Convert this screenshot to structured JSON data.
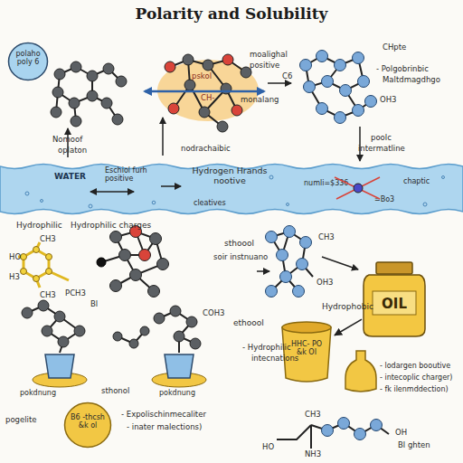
{
  "diagram": {
    "title": "Polarity and Solubility",
    "nodes": [
      {
        "text": [
          "polaho poly 6"
        ]
      },
      {
        "text": [
          "WATER",
          "Eschiol furh positive",
          "Hydrogen Hrands nootive",
          "cleatives",
          "numli=$336",
          "chaptic",
          "=Bo3"
        ]
      },
      {
        "text": [
          "OIL"
        ]
      },
      {
        "text": [
          "HHC- PO &k OI"
        ]
      },
      {
        "text": [
          "B6 -thcsh &k ol"
        ]
      }
    ],
    "edges": [
      {
        "from": 2,
        "to": 3,
        "arrow": "to"
      }
    ],
    "labels": [
      "pskol",
      "moalighal",
      "positive",
      "CH-",
      "monalang",
      "C6",
      "CHpte",
      "- Polgobrinbic",
      "Maltdmagdhgo",
      "OH3",
      "Nomoof",
      "oplaton",
      "nodrachaibic",
      "poolc",
      "intermatline",
      "Hydrophilic",
      "Hydrophilic charges",
      "CH3",
      "HO",
      "H3",
      "CH3",
      "PCH3",
      "sthoool",
      "soir instnuano",
      "CH3",
      "OH3",
      "Bl",
      "COH3",
      "sthonol",
      "ethoool",
      "Hydrophobic",
      "- Hydrophilic",
      "intecnations",
      "pokdnung",
      "pokdnung",
      "- lodargen booutive",
      "- intecoplic charger)",
      "- fk ilenmddection)",
      "pogelite",
      "- Expolischinmecaliter",
      "- inater malections)",
      "CH3",
      "HO",
      "OH",
      "Bl ghten",
      "NH3"
    ]
  }
}
